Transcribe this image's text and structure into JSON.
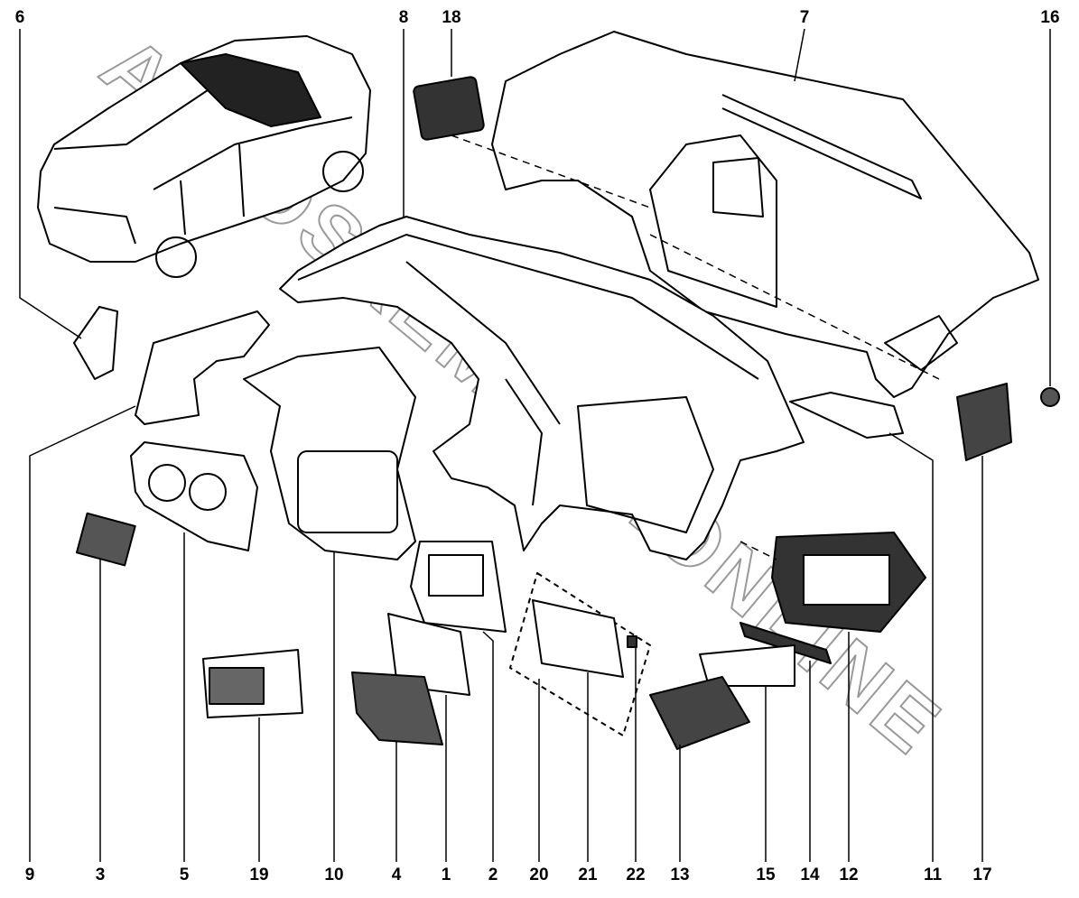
{
  "diagram": {
    "title": "Instrument panel assembly parts",
    "watermark": "AUTOSXEMACT.ONLINE",
    "colors": {
      "line": "#000000",
      "background": "#ffffff",
      "watermark": "#777777"
    },
    "top_labels": [
      "6",
      "8",
      "18",
      "7",
      "16"
    ],
    "bottom_labels": [
      "9",
      "3",
      "5",
      "19",
      "10",
      "4",
      "1",
      "2",
      "20",
      "21",
      "22",
      "13",
      "15",
      "14",
      "12",
      "11",
      "17"
    ]
  }
}
